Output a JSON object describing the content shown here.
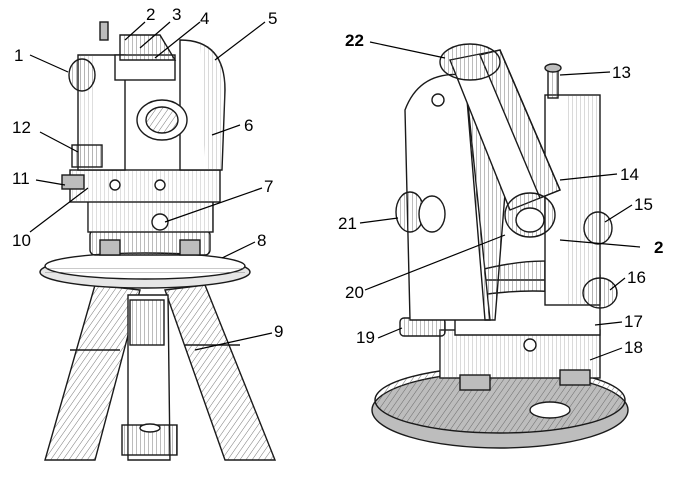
{
  "figure": {
    "left_instrument": {
      "callouts": [
        "1",
        "2",
        "3",
        "4",
        "5",
        "6",
        "7",
        "8",
        "9",
        "10",
        "11",
        "12"
      ]
    },
    "right_instrument": {
      "callouts": [
        "13",
        "14",
        "15",
        "2",
        "16",
        "17",
        "18",
        "19",
        "20",
        "21",
        "22"
      ]
    }
  },
  "colors": {
    "ink": "#1a1a1a",
    "paper": "#ffffff",
    "shade": "#bdbdbd",
    "light": "#e6e6e6"
  }
}
